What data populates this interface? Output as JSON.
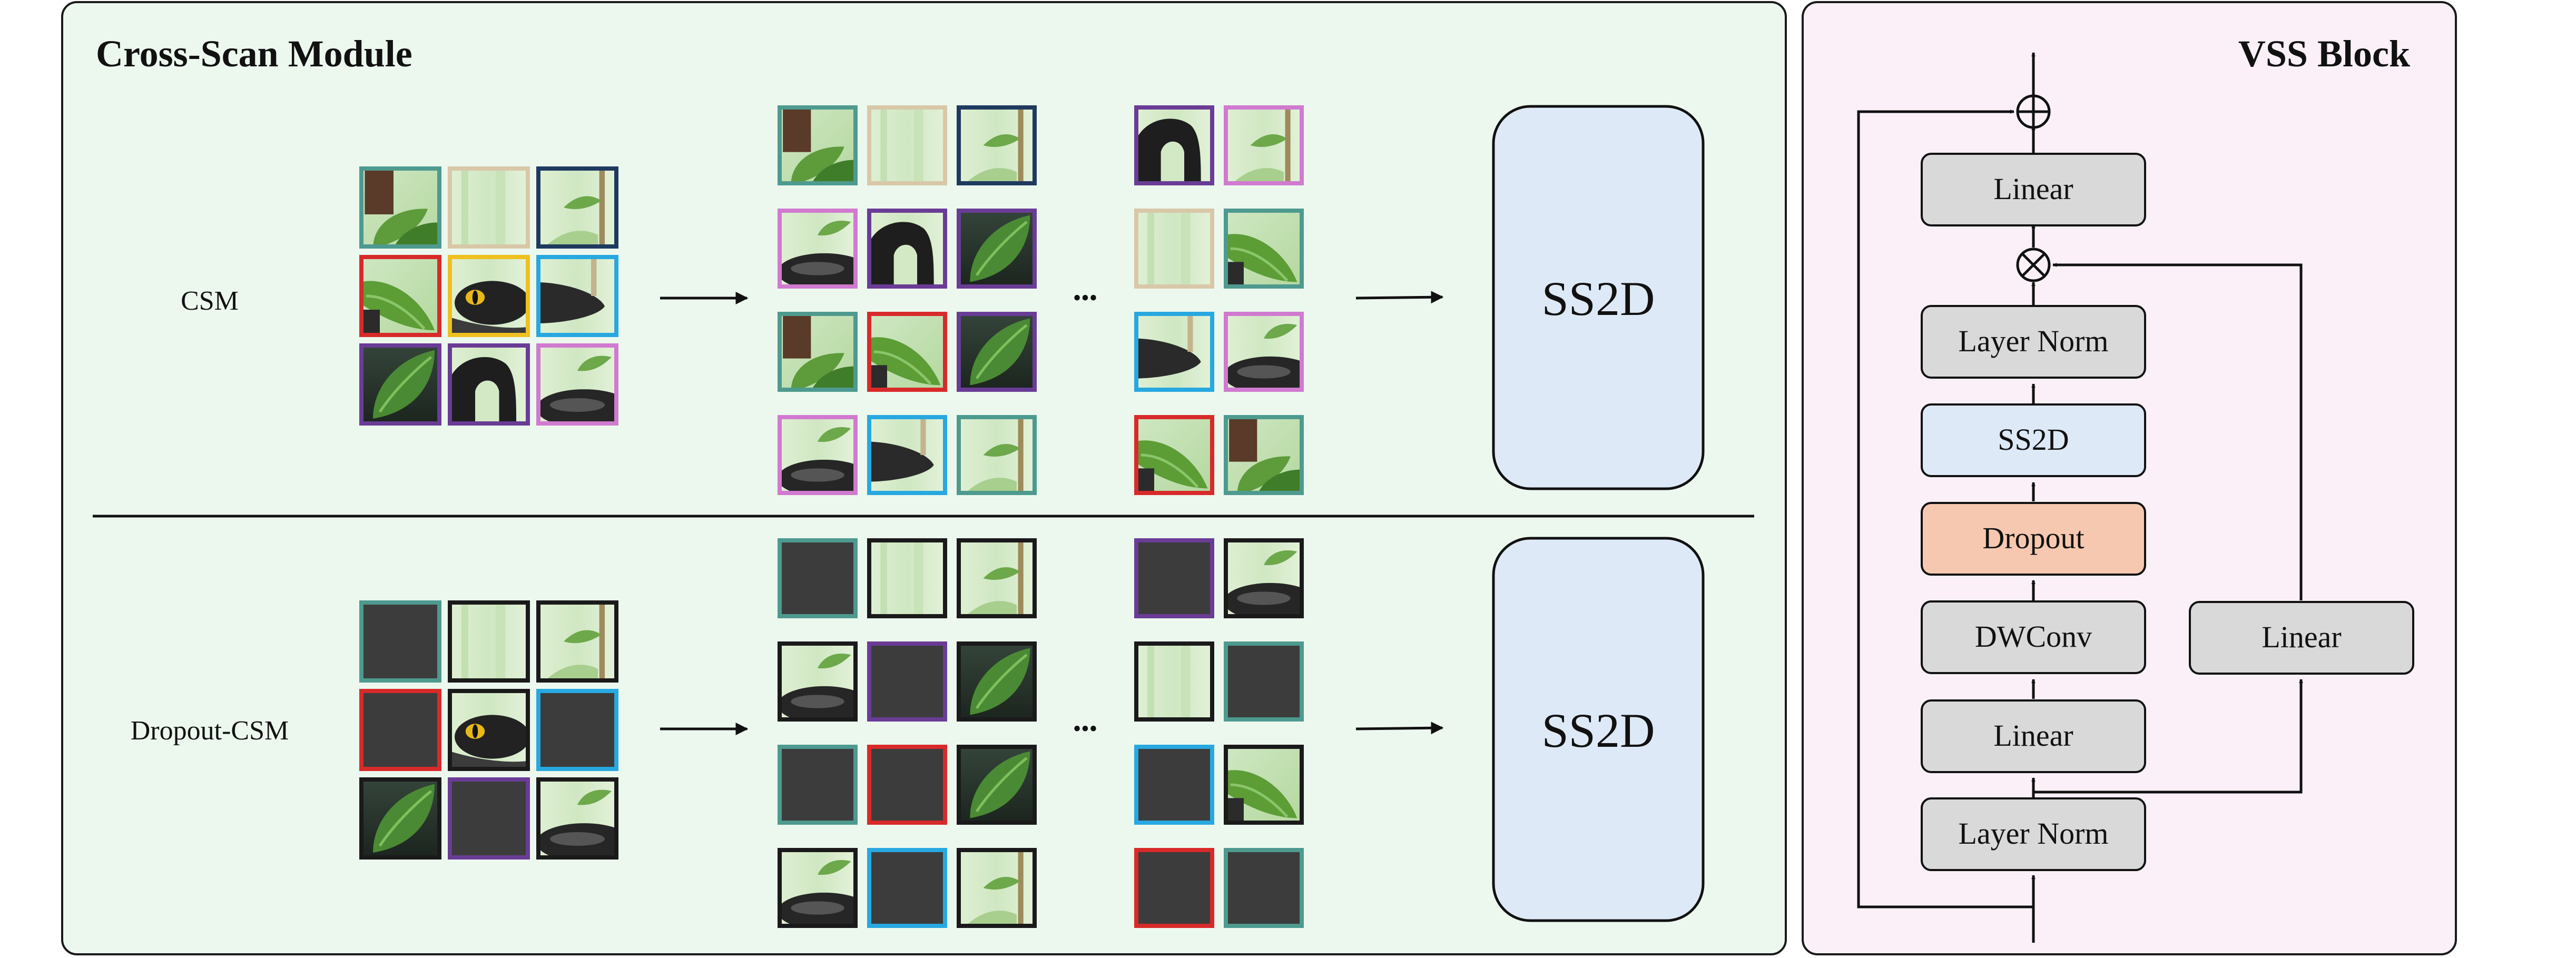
{
  "csm_panel": {
    "title": "Cross-Scan Module",
    "rows": [
      {
        "label": "CSM",
        "ellipsis": "•••",
        "block_label": "SS2D"
      },
      {
        "label": "Dropout-CSM",
        "ellipsis": "•••",
        "block_label": "SS2D"
      }
    ]
  },
  "vss_panel": {
    "title": "VSS Block",
    "main_path": [
      "Layer Norm",
      "Linear",
      "DWConv",
      "Dropout",
      "SS2D",
      "Layer Norm",
      "Linear"
    ],
    "side_branch": "Linear",
    "operators": {
      "multiply": "⊗",
      "add": "⊕"
    }
  },
  "colors": {
    "csm_panel_bg": "#ecf8ee",
    "vss_panel_bg": "#fbf0f8",
    "ss2d_block": "#dde9f6",
    "grey_block": "#d9d9d9",
    "ss2d_vss_block": "#dde9f6",
    "dropout_block": "#f7c8b0",
    "dropped_patch": "#3c3c3c",
    "patch_colors": {
      "teal": "#4e9a8f",
      "beige": "#d8c8a8",
      "navy": "#1f3a5f",
      "red": "#d82a2a",
      "yellow": "#f0c020",
      "cyan": "#28a8e0",
      "purple": "#6a3c96",
      "pink": "#d07ad0",
      "black": "#1a1a1a"
    }
  }
}
